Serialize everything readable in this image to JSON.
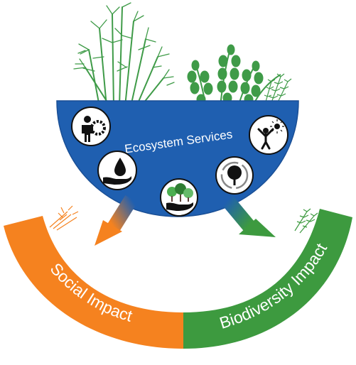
{
  "bowl": {
    "label": "Ecosystem Services",
    "color": "#1f5fb0",
    "icons": [
      {
        "name": "worker-gear-icon",
        "symbol": "person-with-gear"
      },
      {
        "name": "water-drop-hand-icon",
        "symbol": "drop-over-hand"
      },
      {
        "name": "trees-hand-icon",
        "symbol": "trees-on-hand"
      },
      {
        "name": "tree-cycle-icon",
        "symbol": "tree-in-cycle"
      },
      {
        "name": "person-sun-icon",
        "symbol": "person-under-sun"
      }
    ]
  },
  "arcs": {
    "social": {
      "label": "Social Impact",
      "color": "#f5821f"
    },
    "biodiversity": {
      "label": "Biodiversity Impact",
      "color": "#3d9a3f"
    }
  },
  "plants": {
    "left": {
      "name": "bamboo-plant",
      "color": "#3f9b48"
    },
    "right": {
      "name": "leafy-plant",
      "color": "#3f9b48"
    }
  }
}
